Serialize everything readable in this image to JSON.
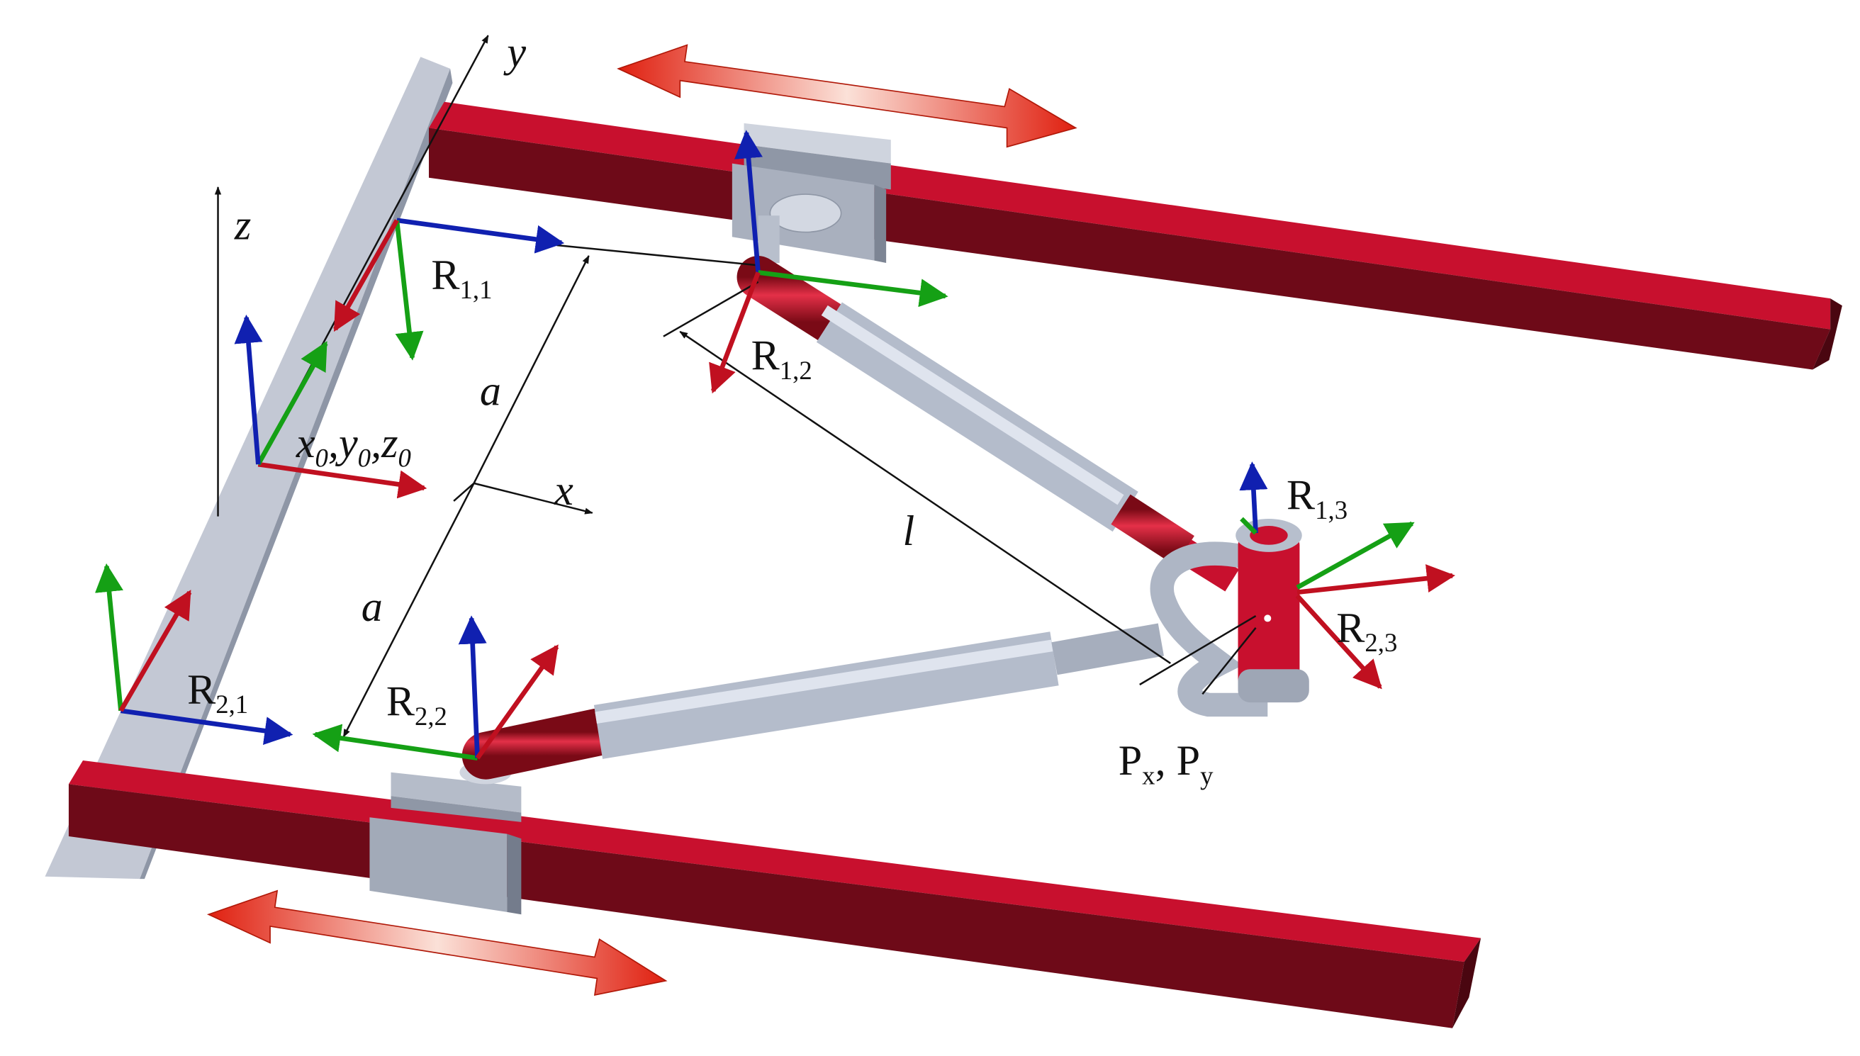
{
  "colors": {
    "rail_top": "#c8102e",
    "rail_side": "#6e0a18",
    "metal": "#a9b2c2",
    "axis_x": "#c01020",
    "axis_y": "#15a015",
    "axis_z": "#1020b0",
    "motion_arrow": "#e03018"
  },
  "labels": {
    "y": "y",
    "z": "z",
    "x": "x",
    "x0": "x",
    "y0": "y",
    "z0": "z",
    "origin_sub": "0",
    "sep": ",",
    "a_upper": "a",
    "a_lower": "a",
    "l": "l",
    "R": "R",
    "R11_sub": "1,1",
    "R12_sub": "1,2",
    "R13_sub": "1,3",
    "R21_sub": "2,1",
    "R22_sub": "2,2",
    "R23_sub": "2,3",
    "P": "P",
    "px_sub": "x",
    "py_sub": "y",
    "p_sep": ", "
  }
}
